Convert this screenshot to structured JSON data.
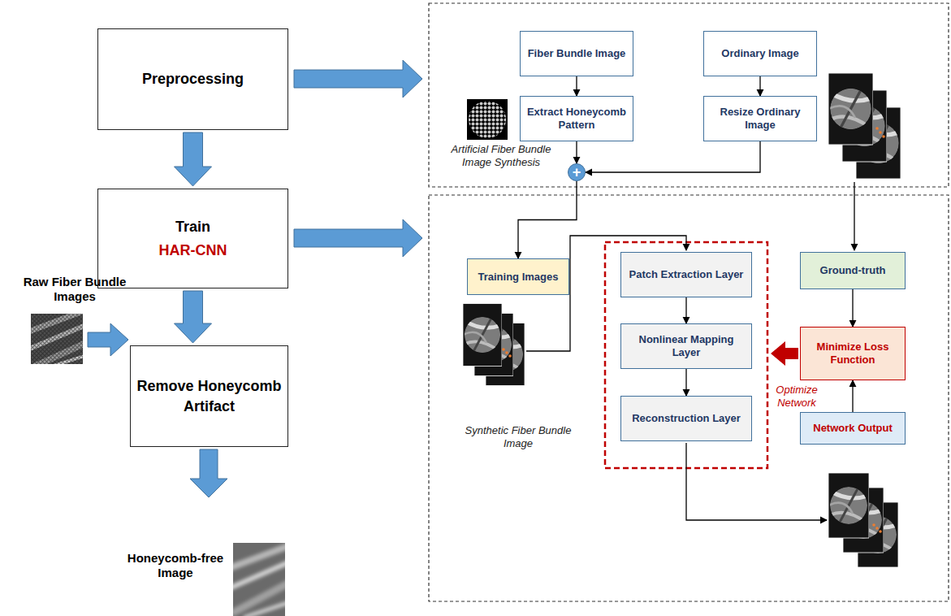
{
  "diagram": {
    "nodes": [
      {
        "text": [
          "Preprocessing"
        ]
      },
      {
        "text": [
          "Train",
          "HAR-CNN"
        ]
      },
      {
        "text": [
          "Remove Honeycomb Artifact"
        ]
      },
      {
        "text": [
          "Fiber Bundle Image"
        ]
      },
      {
        "text": [
          "Ordinary Image"
        ]
      },
      {
        "text": [
          "Extract Honeycomb Pattern"
        ]
      },
      {
        "text": [
          "Resize Ordinary Image"
        ]
      },
      {
        "text": [
          "+"
        ]
      },
      {
        "text": [
          "Training Images"
        ]
      },
      {
        "text": [
          "Patch Extraction Layer"
        ]
      },
      {
        "text": [
          "Nonlinear Mapping Layer"
        ]
      },
      {
        "text": [
          "Reconstruction Layer"
        ]
      },
      {
        "text": [
          "Ground-truth"
        ]
      },
      {
        "text": [
          "Minimize Loss Function"
        ]
      },
      {
        "text": [
          "Network Output"
        ]
      }
    ],
    "edges": [
      {
        "from": 0,
        "to": 1,
        "arrow": "to"
      },
      {
        "from": 1,
        "to": 2,
        "arrow": "to"
      },
      {
        "from": 3,
        "to": 5,
        "arrow": "to"
      },
      {
        "from": 4,
        "to": 6,
        "arrow": "to"
      },
      {
        "from": 5,
        "to": 7,
        "arrow": "to"
      },
      {
        "from": 6,
        "to": 7,
        "arrow": "to"
      },
      {
        "from": 7,
        "to": 8,
        "arrow": "to"
      },
      {
        "from": 9,
        "to": 10,
        "arrow": "to"
      },
      {
        "from": 10,
        "to": 11,
        "arrow": "to"
      },
      {
        "from": 12,
        "to": 13,
        "arrow": "to"
      },
      {
        "from": 14,
        "to": 13,
        "arrow": "to"
      }
    ],
    "labels": [
      "Raw Fiber Bundle Images",
      "Honeycomb-free Image",
      "Artificial Fiber Bundle Image Synthesis",
      "Synthetic Fiber Bundle Image",
      "Optimize Network"
    ]
  }
}
